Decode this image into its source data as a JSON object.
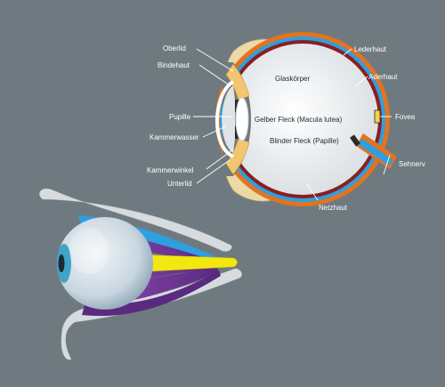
{
  "labels": {
    "oberlid": "Oberlid",
    "bindehaut": "Bindehaut",
    "pupille": "Pupille",
    "kammerwasser": "Kammerwasser",
    "kammerwinkel": "Kammerwinkel",
    "unterlid": "Unterlid",
    "lederhaut": "Lederhaut",
    "aderhaut": "Aderhaut",
    "fovea": "Fovea",
    "sehnerv": "Sehnerv",
    "netzhaut": "Netzhaut",
    "glaskoerper": "Glaskörper",
    "gelber_fleck": "Gelber Fleck (Macula lutea)",
    "blinder_fleck": "Blinder Fleck (Papille)"
  },
  "colors": {
    "background": "#6f7a80",
    "sclera": "#e3731f",
    "choroid": "#2e9fe0",
    "retina": "#8a1f1f",
    "vitreous": "#e9ecef",
    "eyelid": "#ecd9a8",
    "muscle": "#7a3a99",
    "optic_nerve": "#f2e70f",
    "iris": "#3fa4c8"
  }
}
